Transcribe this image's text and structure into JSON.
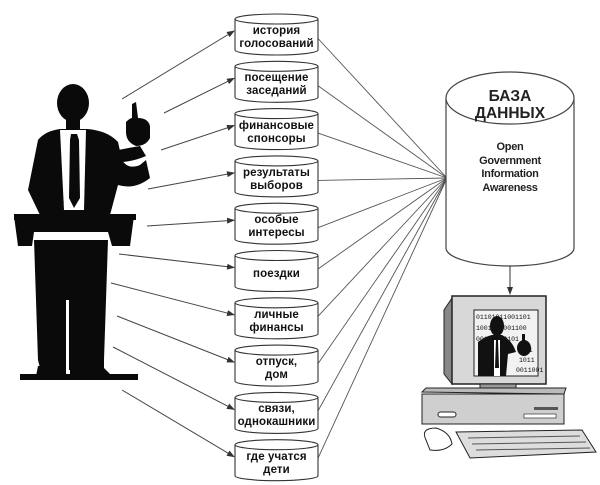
{
  "diagram": {
    "sources": [
      {
        "line1": "история",
        "line2": "голосований"
      },
      {
        "line1": "посещение",
        "line2": "заседаний"
      },
      {
        "line1": "финансовые",
        "line2": "спонсоры"
      },
      {
        "line1": "результаты",
        "line2": "выборов"
      },
      {
        "line1": "особые",
        "line2": "интересы"
      },
      {
        "line1": "поездки",
        "line2": ""
      },
      {
        "line1": "личные",
        "line2": "финансы"
      },
      {
        "line1": "отпуск,",
        "line2": "дом"
      },
      {
        "line1": "связи,",
        "line2": "однокашники"
      },
      {
        "line1": "где учатся",
        "line2": "дети"
      }
    ],
    "database": {
      "title_line1": "БАЗА",
      "title_line2": "ДАННЫХ",
      "subtitle_lines": [
        "Open",
        "Government",
        "Information",
        "Awareness"
      ]
    },
    "screen_binary_rows": [
      "01101011001101",
      "1001011001100",
      "00101100101",
      "011",
      "1011",
      "0011001"
    ],
    "icons": {
      "speaker": "politician-at-podium-silhouette",
      "computer": "desktop-computer"
    }
  }
}
